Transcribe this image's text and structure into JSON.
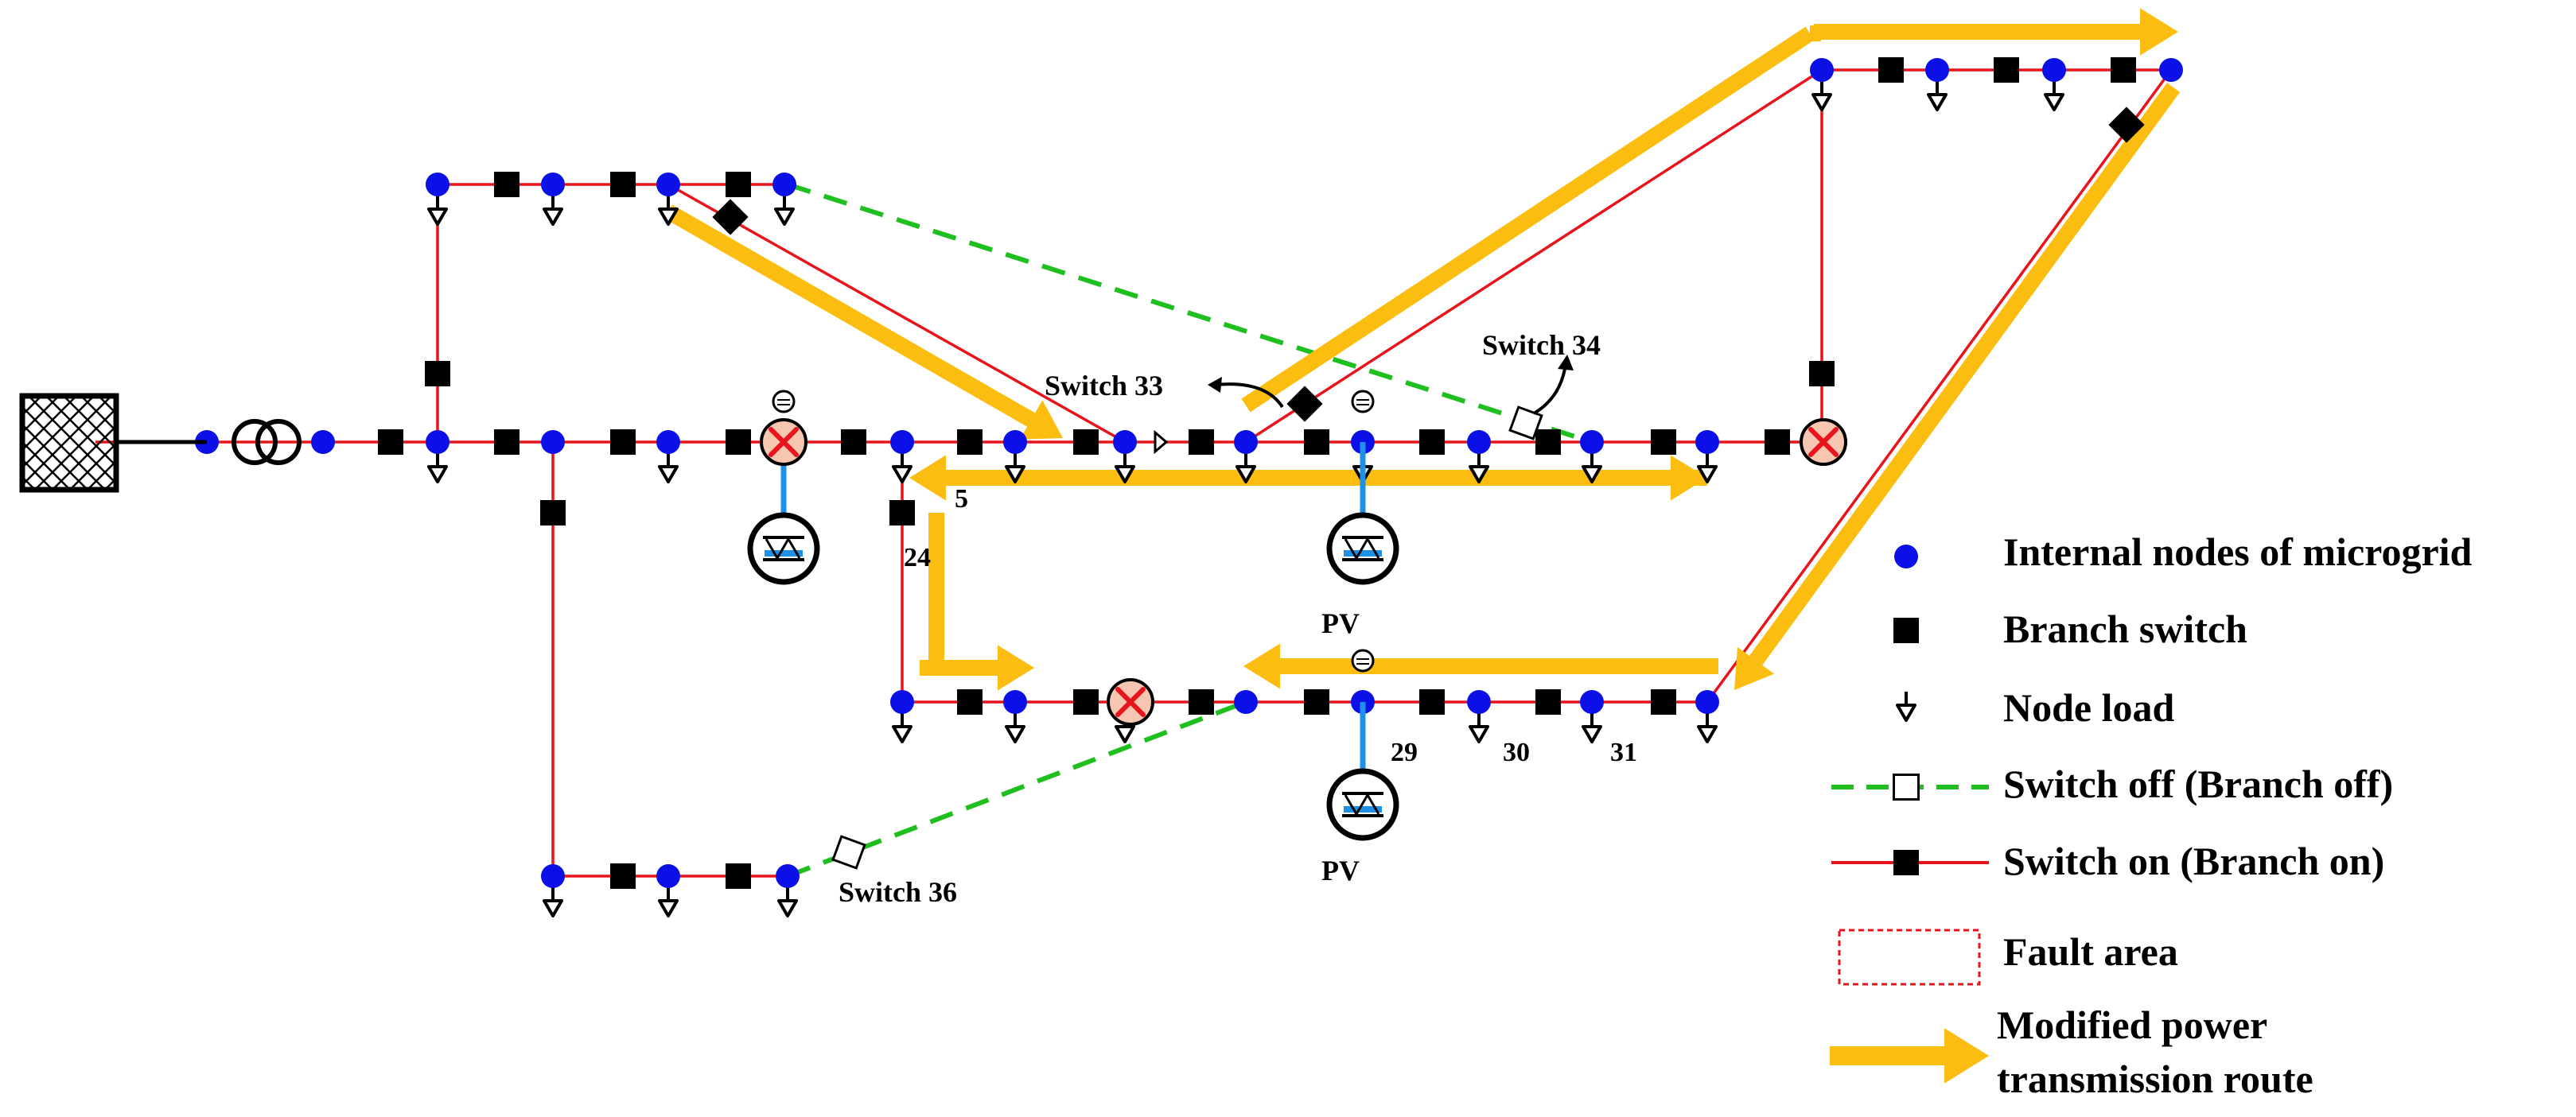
{
  "colors": {
    "branch_on": "#e8141b",
    "branch_off": "#1fbf1f",
    "route": "#fbbd0f",
    "node": "#0a10e6",
    "switch": "#000000",
    "pv_link": "#1e90e8",
    "fault_fill": "#f7c6b0",
    "fault_x": "#e8141b",
    "fault_area": "#e8141b"
  },
  "icons": {
    "grid": "grid-source-icon",
    "transformer": "transformer-icon",
    "node": "node-circle-icon",
    "switch": "square-switch-icon",
    "load": "load-arrow-icon",
    "pv": "pv-generator-icon",
    "fault": "fault-x-icon",
    "route": "route-arrow-icon"
  },
  "labels": {
    "switch33": "Switch 33",
    "switch34": "Switch 34",
    "switch36": "Switch 36",
    "n5": "5",
    "n24": "24",
    "n29": "29",
    "n30": "30",
    "n31": "31",
    "pv1": "PV",
    "pv2": "PV"
  },
  "legend": {
    "internal_nodes": "Internal nodes of microgrid",
    "branch_switch": "Branch switch",
    "node_load": "Node load",
    "switch_off": "Switch off (Branch off)",
    "switch_on": "Switch on (Branch on)",
    "fault_area": "Fault area",
    "route_line1": "Modified power",
    "route_line2": "transmission route"
  }
}
